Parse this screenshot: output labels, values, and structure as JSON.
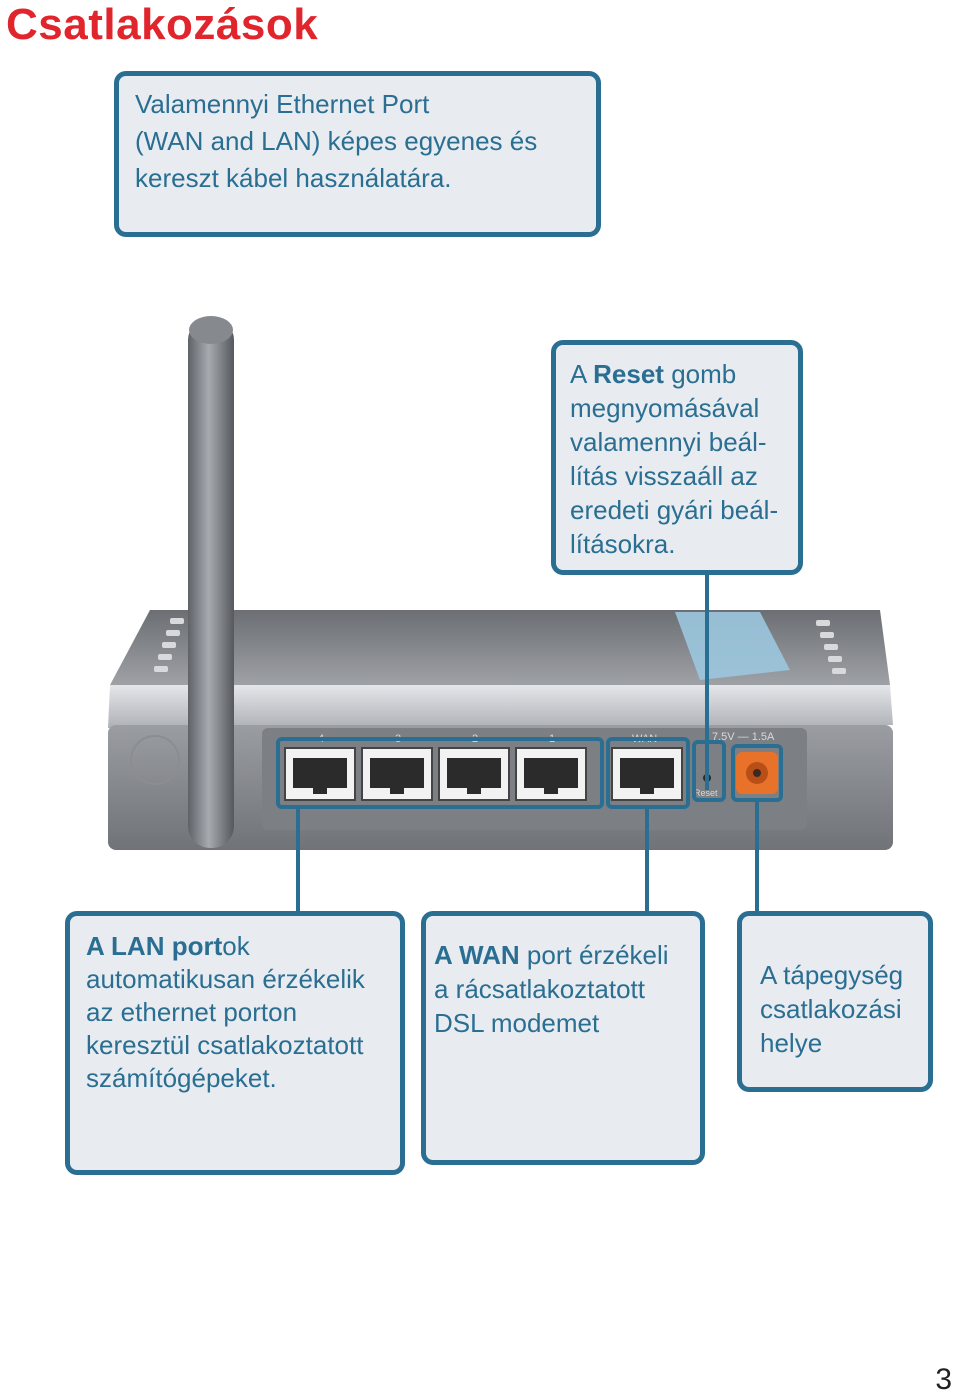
{
  "page": {
    "title": "Csatlakozások",
    "page_number": "3"
  },
  "callouts": {
    "ethernet": {
      "text": "Valamennyi Ethernet Port\n(WAN and LAN) képes egyenes és\nkereszt kábel használatára."
    },
    "reset": {
      "prefix": "A ",
      "bold": "Reset",
      "rest": " gomb\nmegnyomásával\nvalamennyi beál-\nlítás visszaáll az\neredeti gyári beál-\nlításokra."
    },
    "lan": {
      "bold_a": "A LAN port",
      "rest": "ok\nautomatikusan érzékelik\naz ethernet porton\nkeresztül csatlakoztatott\nszámítógépeket."
    },
    "wan": {
      "bold": "A WAN",
      "rest": " port érzékeli\na rácsatlakoztatott\n DSL modemet"
    },
    "power": {
      "text": "A tápegység\ncsatlakozási\nhelye"
    }
  },
  "router": {
    "port_labels": [
      "4",
      "3",
      "2",
      "1",
      "WAN"
    ],
    "power_label": "7.5V — 1.5A",
    "reset_label": "Reset",
    "colors": {
      "body": "#8d9096",
      "silver": "#c9ccd1",
      "power_jack": "#e8722a",
      "sticker": "#9bc7de"
    }
  }
}
